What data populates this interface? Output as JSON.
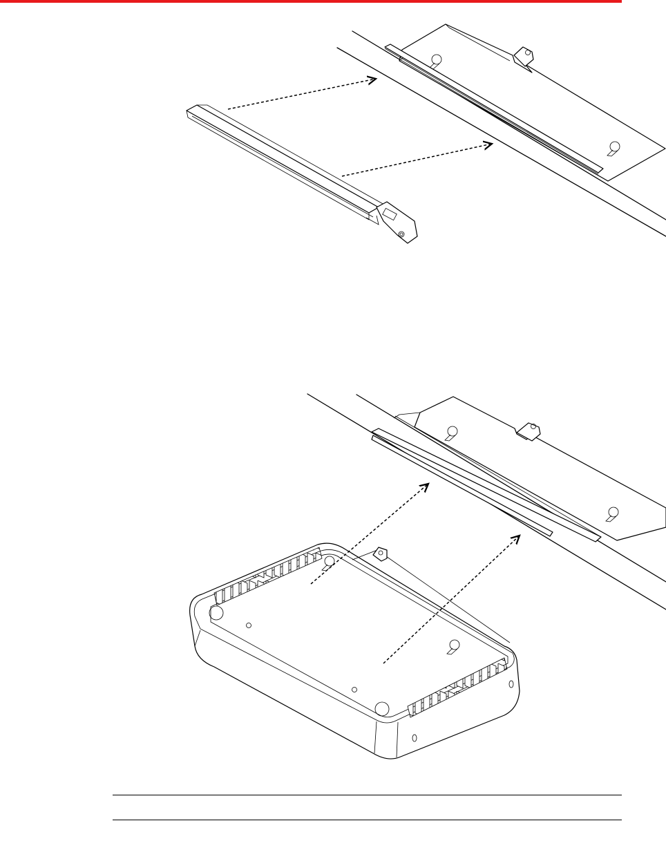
{
  "page": {
    "header_rule_color": "#e8191c",
    "line_color": "#000000",
    "background": "#ffffff"
  },
  "figures": [
    {
      "id": "rail-attach",
      "parts": [
        "mounting-plate",
        "wall-line",
        "slide-rail",
        "insertion-arrows"
      ]
    },
    {
      "id": "enclosure-mount",
      "parts": [
        "mounting-plate",
        "wall-line",
        "slide-rail",
        "device-enclosure",
        "insertion-arrows"
      ]
    }
  ],
  "footer": {
    "rule_count": 2
  }
}
